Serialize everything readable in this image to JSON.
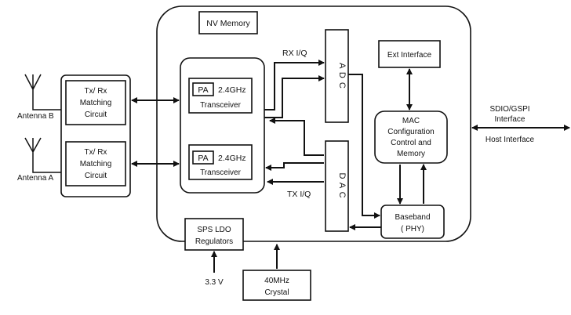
{
  "blocks": {
    "nv_memory": "NV Memory",
    "tx_rx_b": [
      "Tx/ Rx",
      "Matching",
      "Circuit"
    ],
    "tx_rx_a": [
      "Tx/ Rx",
      "Matching",
      "Circuit"
    ],
    "pa": "PA",
    "freq": "2.4GHz",
    "transceiver": "Transceiver",
    "adc": "A D C",
    "dac": "D A C",
    "ext_interface": "Ext Interface",
    "mac": [
      "MAC",
      "Configuration",
      "Control and",
      "Memory"
    ],
    "baseband": [
      "Baseband",
      "( PHY)"
    ],
    "smps": [
      "SPS LDO",
      "Regulators"
    ],
    "crystal": [
      "40MHz",
      "Crystal"
    ]
  },
  "labels": {
    "antenna_b": "Antenna B",
    "antenna_a": "Antenna A",
    "rx_iq": "RX I/Q",
    "tx_iq": "TX I/Q",
    "sdio": [
      "SDIO/GSPI",
      "Interface"
    ],
    "host_interface": "Host Interface",
    "voltage": "3.3 V"
  }
}
